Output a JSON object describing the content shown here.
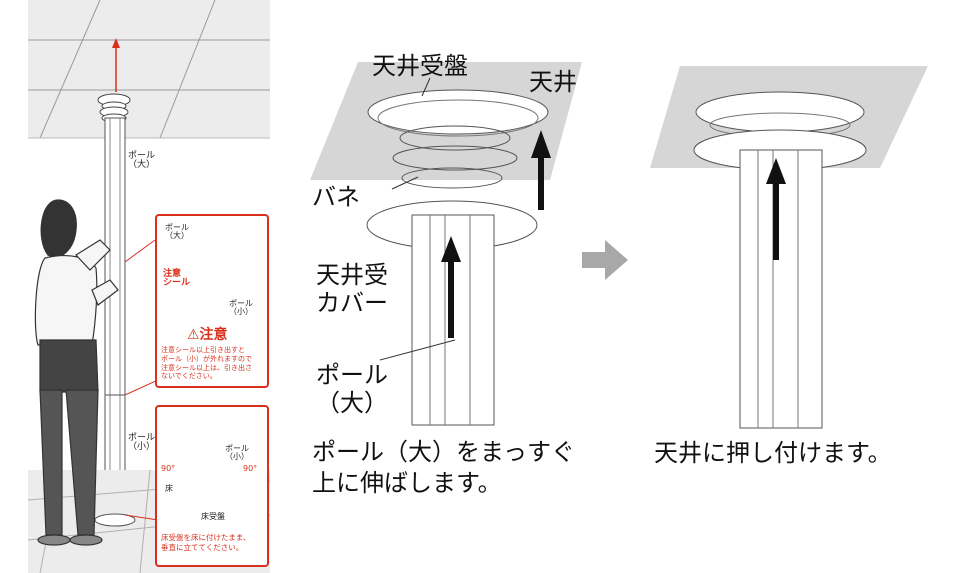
{
  "left": {
    "pole_large": "ポール\n（大）",
    "pole_small": "ポール\n（小）",
    "inset1": {
      "pole_large": "ポール\n（大）",
      "sticker_label": "注意\nシール",
      "pole_small": "ポール\n（小）",
      "warning_title": "⚠注意",
      "warning_text": "注意シール以上引き出すと\nポール（小）が外れますので\n注意シール以上は、引き出さ\nないでください。"
    },
    "inset2": {
      "pole_small": "ポール\n（小）",
      "angle1": "90°",
      "angle2": "90°",
      "floor": "床",
      "floor_plate": "床受盤",
      "caption": "床受盤を床に付けたまま、\n垂直に立ててください。"
    }
  },
  "middle": {
    "ceiling_plate": "天井受盤",
    "ceiling": "天井",
    "spring": "バネ",
    "ceiling_cover": "天井受\nカバー",
    "pole_large": "ポール\n（大）",
    "instruction": "ポール（大）をまっすぐ\n上に伸ばします。"
  },
  "right": {
    "instruction": "天井に押し付けます。"
  },
  "colors": {
    "accent": "#d8301b",
    "ceiling_gray": "#d6d6d6",
    "arrow_gray": "#a8a8a8"
  }
}
